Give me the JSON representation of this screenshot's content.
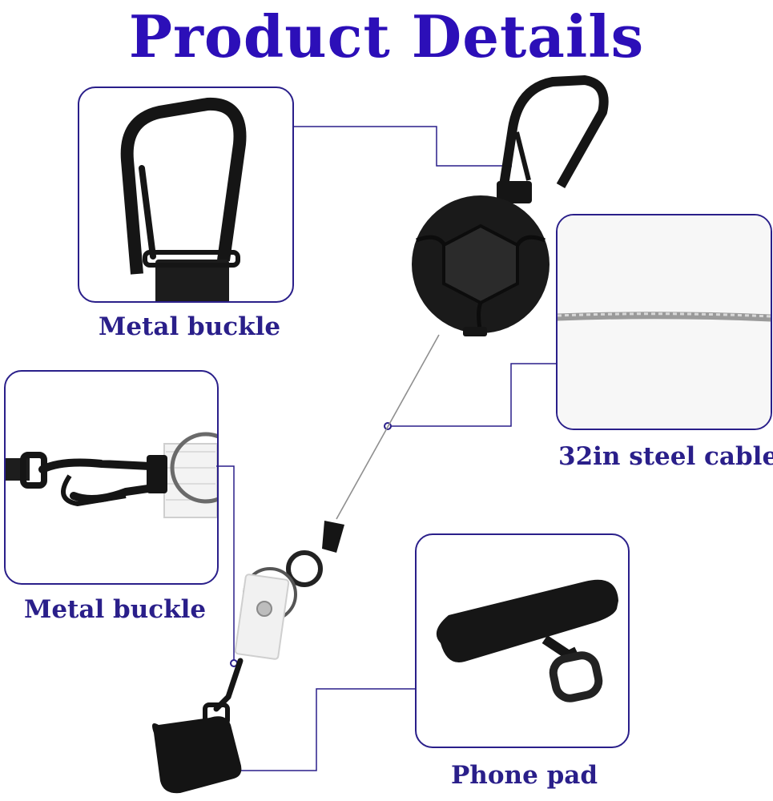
{
  "page": {
    "title": "Product Details"
  },
  "captions": {
    "top_left": "Metal buckle",
    "middle_left": "Metal buckle",
    "right": "32in steel cable",
    "bottom_right": "Phone pad"
  },
  "colors": {
    "title": "#2c0fb8",
    "caption": "#2a1f8a",
    "frame": "#2a1f8a",
    "product": "#151515"
  }
}
